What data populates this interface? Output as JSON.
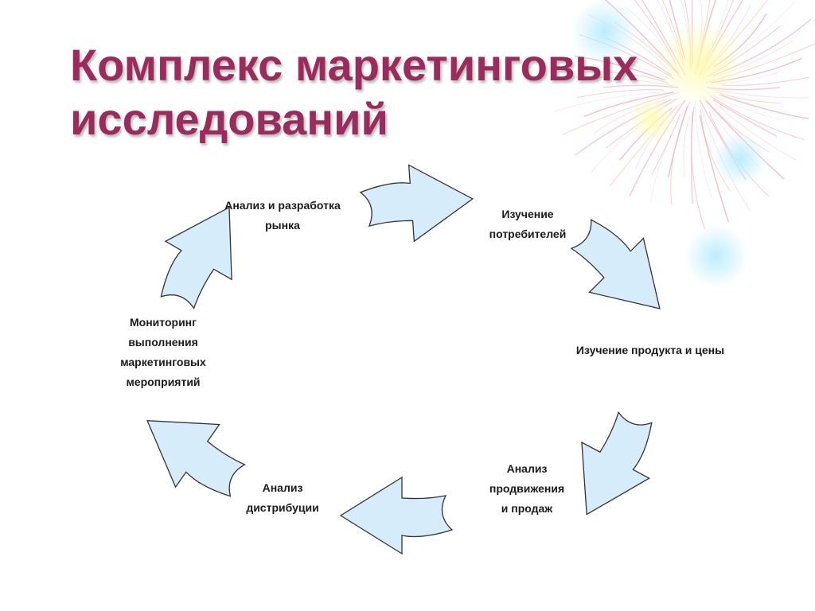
{
  "slide": {
    "title_lines": [
      "Комплекс маркетинговых",
      "исследований"
    ],
    "colors": {
      "title": "#9b2b5c",
      "arrow_fill": "#d6ecfa",
      "arrow_stroke": "#333333",
      "text": "#1a1a1a"
    }
  },
  "cycle": {
    "stages": [
      {
        "lines": [
          "Анализ и разработка",
          "рынка"
        ]
      },
      {
        "lines": [
          "Изучение",
          "потребителей"
        ]
      },
      {
        "lines": [
          "Изучение продукта и цены"
        ]
      },
      {
        "lines": [
          "Анализ",
          "продвижения",
          "и продаж"
        ]
      },
      {
        "lines": [
          "Анализ",
          "дистрибуции"
        ]
      },
      {
        "lines": [
          "Мониторинг",
          "выполнения",
          "маркетинговых",
          "мероприятий"
        ]
      }
    ],
    "arrow_count": 6
  }
}
